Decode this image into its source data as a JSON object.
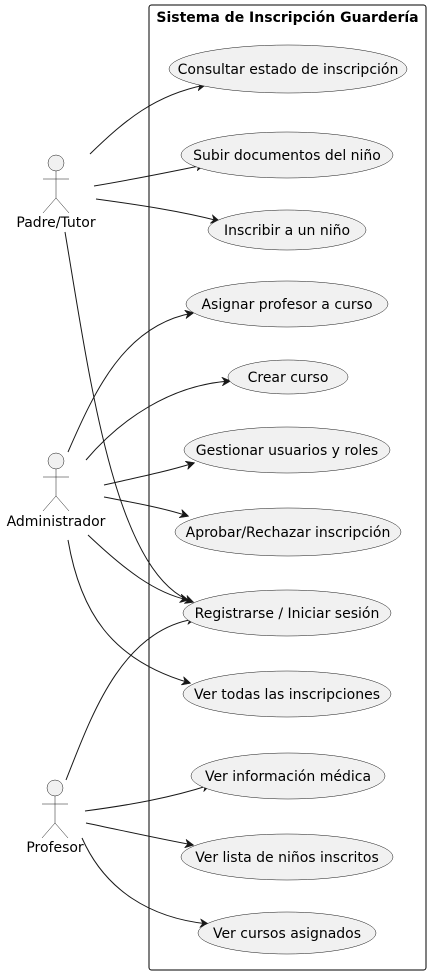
{
  "system": {
    "title": "Sistema de Inscripción Guardería"
  },
  "actors": [
    {
      "id": "padre",
      "label": "Padre/Tutor"
    },
    {
      "id": "admin",
      "label": "Administrador"
    },
    {
      "id": "profesor",
      "label": "Profesor"
    }
  ],
  "use_cases": [
    {
      "id": "consultar",
      "label": "Consultar estado de inscripción"
    },
    {
      "id": "subir",
      "label": "Subir documentos del niño"
    },
    {
      "id": "inscribir",
      "label": "Inscribir a un niño"
    },
    {
      "id": "asignar",
      "label": "Asignar profesor a curso"
    },
    {
      "id": "crear",
      "label": "Crear curso"
    },
    {
      "id": "gestionar",
      "label": "Gestionar usuarios y roles"
    },
    {
      "id": "aprobar",
      "label": "Aprobar/Rechazar inscripción"
    },
    {
      "id": "registrarse",
      "label": "Registrarse / Iniciar sesión"
    },
    {
      "id": "ver_todas",
      "label": "Ver todas las inscripciones"
    },
    {
      "id": "ver_medica",
      "label": "Ver información médica"
    },
    {
      "id": "ver_lista",
      "label": "Ver lista de niños inscritos"
    },
    {
      "id": "ver_cursos",
      "label": "Ver cursos asignados"
    }
  ],
  "associations": [
    {
      "from": "padre",
      "to": "consultar"
    },
    {
      "from": "padre",
      "to": "subir"
    },
    {
      "from": "padre",
      "to": "inscribir"
    },
    {
      "from": "padre",
      "to": "registrarse"
    },
    {
      "from": "admin",
      "to": "asignar"
    },
    {
      "from": "admin",
      "to": "crear"
    },
    {
      "from": "admin",
      "to": "gestionar"
    },
    {
      "from": "admin",
      "to": "aprobar"
    },
    {
      "from": "admin",
      "to": "registrarse"
    },
    {
      "from": "admin",
      "to": "ver_todas"
    },
    {
      "from": "profesor",
      "to": "registrarse"
    },
    {
      "from": "profesor",
      "to": "ver_medica"
    },
    {
      "from": "profesor",
      "to": "ver_lista"
    },
    {
      "from": "profesor",
      "to": "ver_cursos"
    }
  ]
}
